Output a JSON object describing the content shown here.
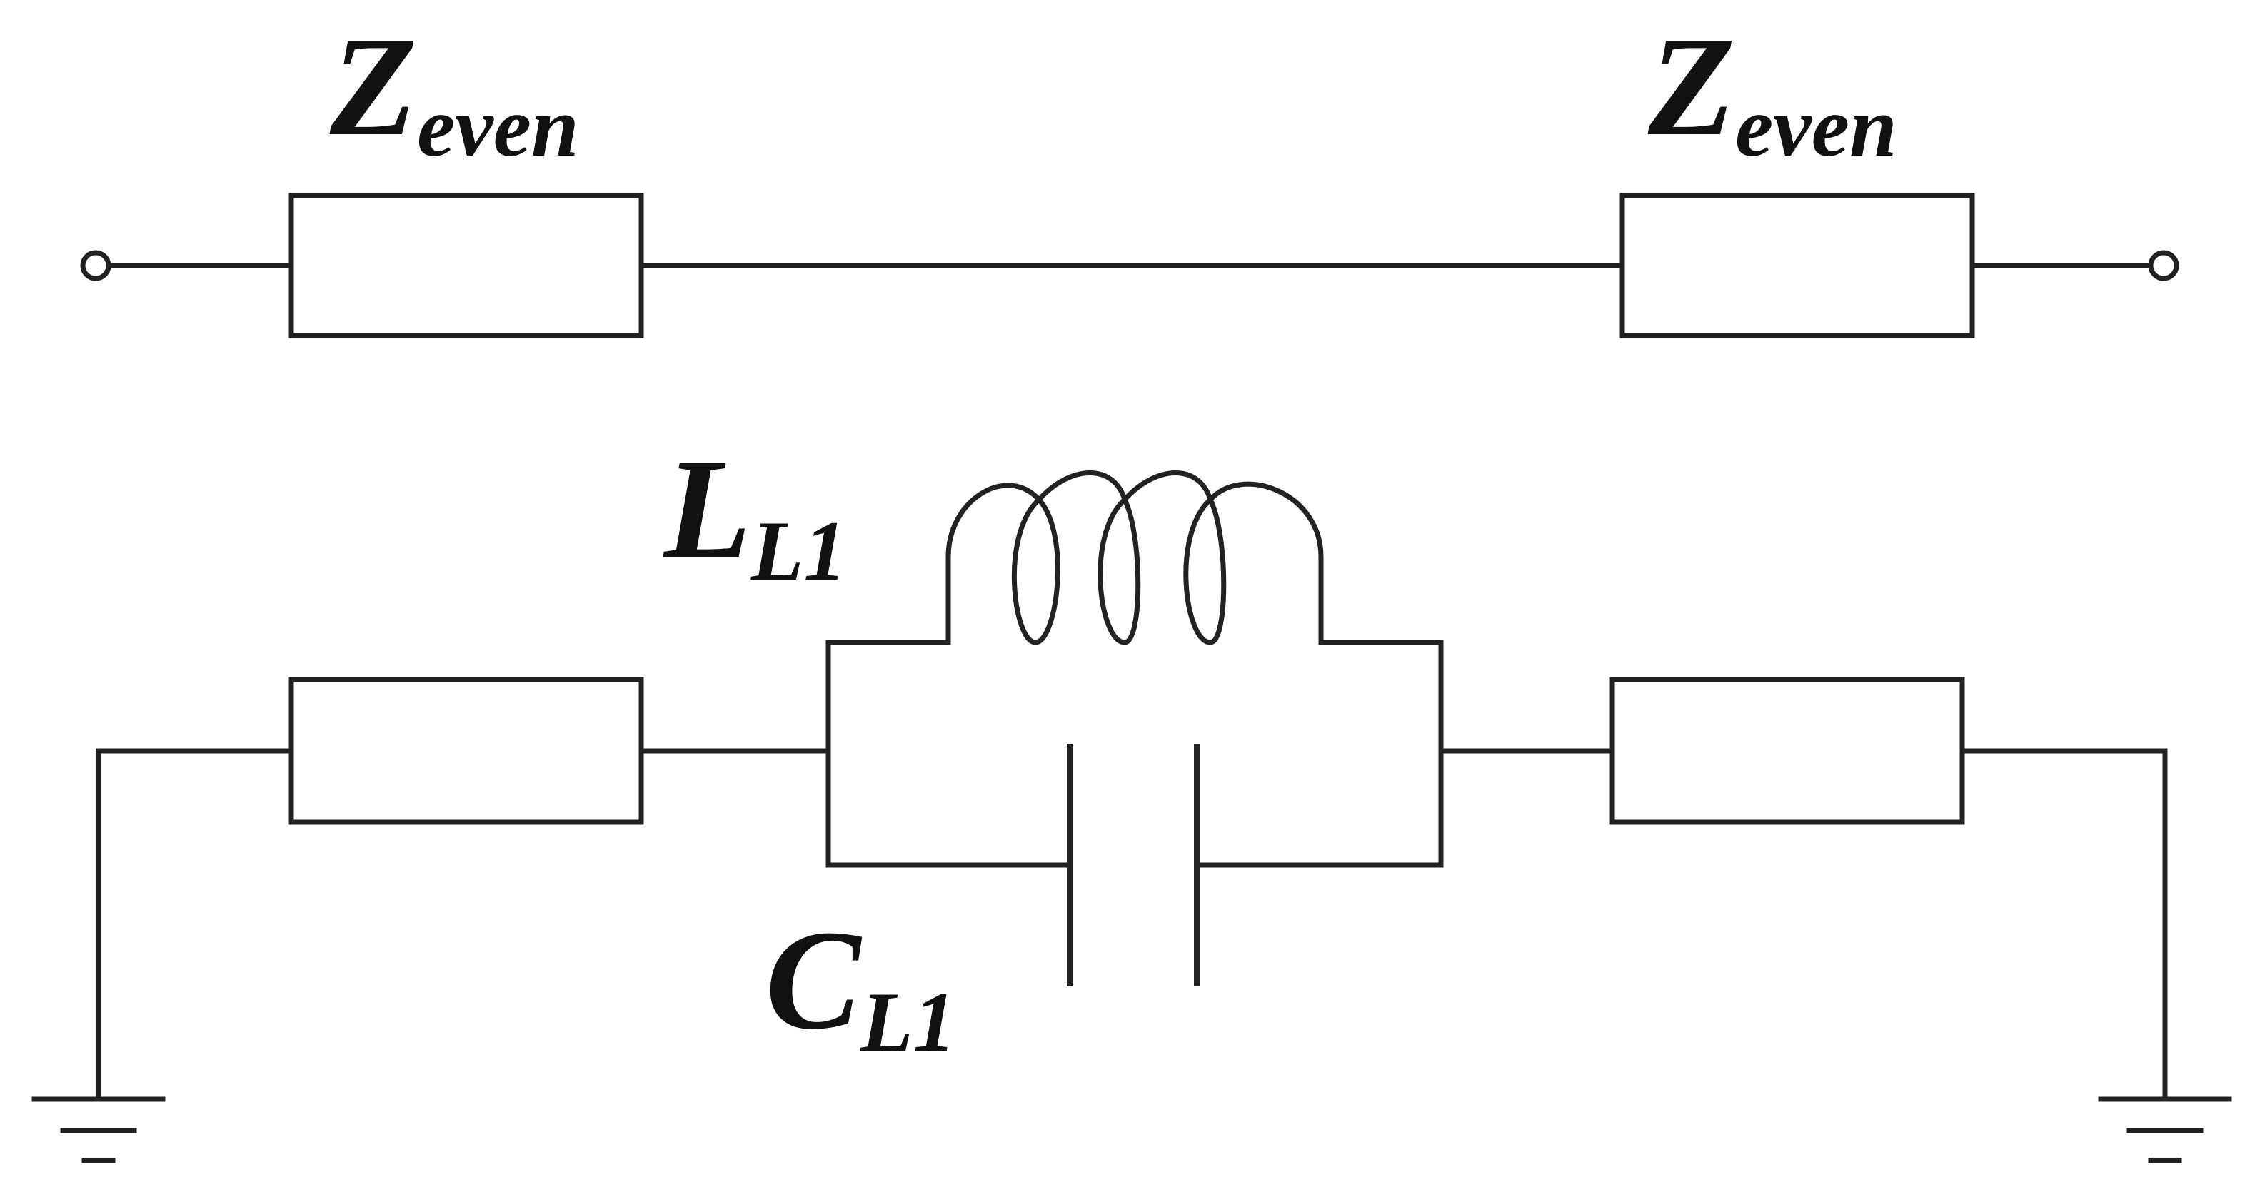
{
  "diagram": {
    "labels": {
      "z_left": {
        "main": "Z",
        "sub": "even"
      },
      "z_right": {
        "main": "Z",
        "sub": "even"
      },
      "inductor": {
        "main": "L",
        "sub": "L1"
      },
      "capacitor": {
        "main": "C",
        "sub": "L1"
      }
    }
  }
}
